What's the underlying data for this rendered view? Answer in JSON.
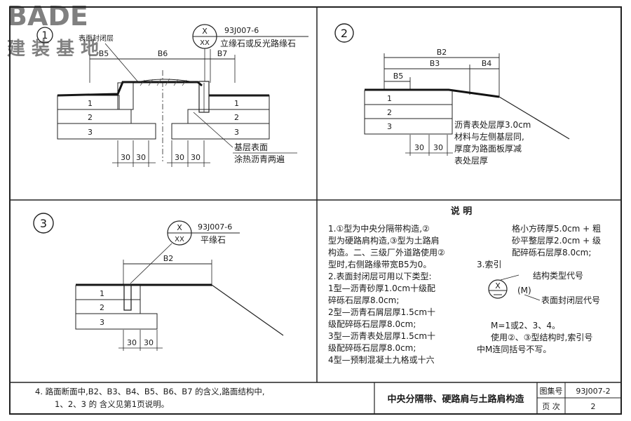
{
  "watermark": {
    "brand": "BADE",
    "subtitle": "建 装 基 地"
  },
  "panel1": {
    "number": "1",
    "label_seal": "表面封闭层",
    "dim_b6": "B6",
    "dim_b7": "B7",
    "dim_b5": "B5",
    "layers": [
      "1",
      "2",
      "3"
    ],
    "ref_top": "X",
    "ref_bottom": "XX",
    "ref_code": "93J007-6",
    "ref_text": "立缘石或反光路缘石",
    "note_line1": "基层表面",
    "note_line2": "涂热沥青两遍",
    "dims_30": [
      "30",
      "30",
      "30",
      "30"
    ]
  },
  "panel2": {
    "number": "2",
    "dim_b2": "B2",
    "dim_b3": "B3",
    "dim_b4": "B4",
    "dim_b5": "B5",
    "layers": [
      "1",
      "2",
      "3"
    ],
    "note_lines": [
      "沥青表处层厚3.0cm",
      "材料与左侧基层同,",
      "厚度为路面板厚减",
      "表处层厚"
    ],
    "dims_30": [
      "30",
      "30"
    ]
  },
  "panel3": {
    "number": "3",
    "ref_top": "X",
    "ref_bottom": "XX",
    "ref_code": "93J007-6",
    "ref_text": "平缘石",
    "dim_b2": "B2",
    "layers": [
      "1",
      "2",
      "3"
    ],
    "dims_30": [
      "30",
      "30"
    ]
  },
  "notes": {
    "title": "说 明",
    "left_lines": [
      "1.①型为中央分隔带构造,②",
      "型为硬路肩构造,③型为土路肩",
      "构造。二、三级厂外道路使用②",
      "型时,右侧路缘带宽B5为0。",
      "2.表面封闭层可用以下类型:",
      " 1型—沥青砂厚1.0cm十级配",
      "   碎砾石层厚8.0cm;",
      " 2型—沥青石屑层厚1.5cm十",
      "   级配碎砾石层厚8.0cm;",
      " 3型—沥青表处层厚1.5cm十",
      "   级配碎砾石层厚8.0cm;",
      " 4型—预制混凝土九格或十六"
    ],
    "right_lines": [
      "格小方砖厚5.0cm + 粗",
      "砂平整层厚2.0cm + 级",
      "配碎砾石层厚8.0cm;",
      "3.索引"
    ],
    "index_struct": "结构类型代号",
    "index_x": "X",
    "index_m": "(M)",
    "index_seal": "表面封闭层代号",
    "tail_lines": [
      "M=1或2、3、4。",
      "使用②、③型结构时,索引号",
      "中M连同括号不写。"
    ]
  },
  "footer": {
    "note_line1": "4. 路面断面中,B2、B3、B4、B5、B6、B7 的含义,路面结构中,",
    "note_line2": "1、2、3 的 含义见第1页说明。",
    "title": "中央分隔带、硬路肩与土路肩构造",
    "atlas_label": "图集号",
    "atlas_value": "93J007-2",
    "page_label": "页 次",
    "page_value": "2"
  }
}
